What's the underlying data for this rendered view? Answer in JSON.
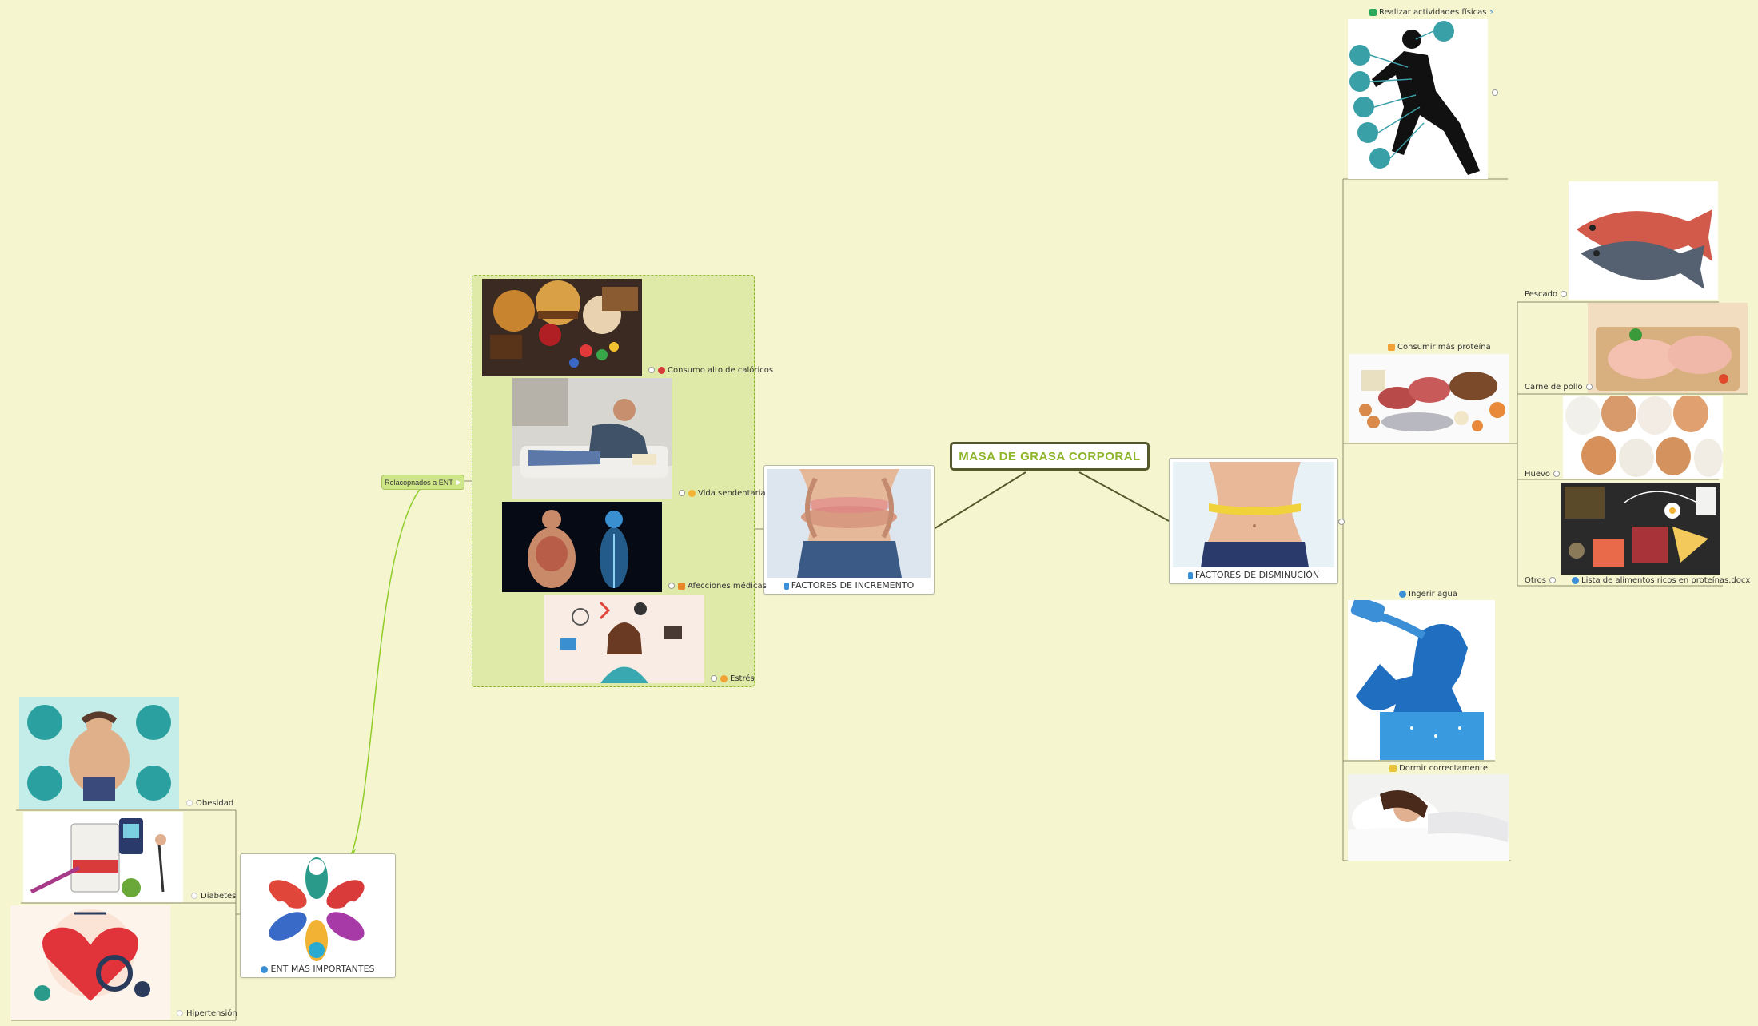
{
  "central_topic": "MASA DE GRASA CORPORAL",
  "increase": {
    "title": "FACTORES DE INCREMENTO",
    "items": [
      {
        "label": "Consumo alto de calóricos"
      },
      {
        "label": "Vida sendentaria"
      },
      {
        "label": "Afecciones médicas"
      },
      {
        "label": "Estrés"
      }
    ]
  },
  "decrease": {
    "title": "FACTORES DE DISMINUCIÓN",
    "items": [
      {
        "label": "Realizar actividades físicas"
      },
      {
        "label": "Consumir más proteína"
      },
      {
        "label": "Ingerir agua"
      },
      {
        "label": "Dormir correctamente"
      }
    ],
    "protein_subitems": [
      {
        "label": "Pescado"
      },
      {
        "label": "Carne de pollo"
      },
      {
        "label": "Huevo"
      },
      {
        "label": "Otros"
      }
    ],
    "protein_attachment": "Lista de alimentos ricos en proteínas.docx"
  },
  "relation_tag": "Relacopnados a  ENT",
  "ent": {
    "title": "ENT MÁS IMPORTANTES",
    "items": [
      {
        "label": "Obesidad"
      },
      {
        "label": "Diabetes"
      },
      {
        "label": "Hipertensión"
      }
    ]
  },
  "colors": {
    "background": "#f5f6d0",
    "central_border": "#55582a",
    "central_text": "#8fb52a",
    "group_fill": "#dfe9a8",
    "relation_line": "#8fcc2a"
  }
}
